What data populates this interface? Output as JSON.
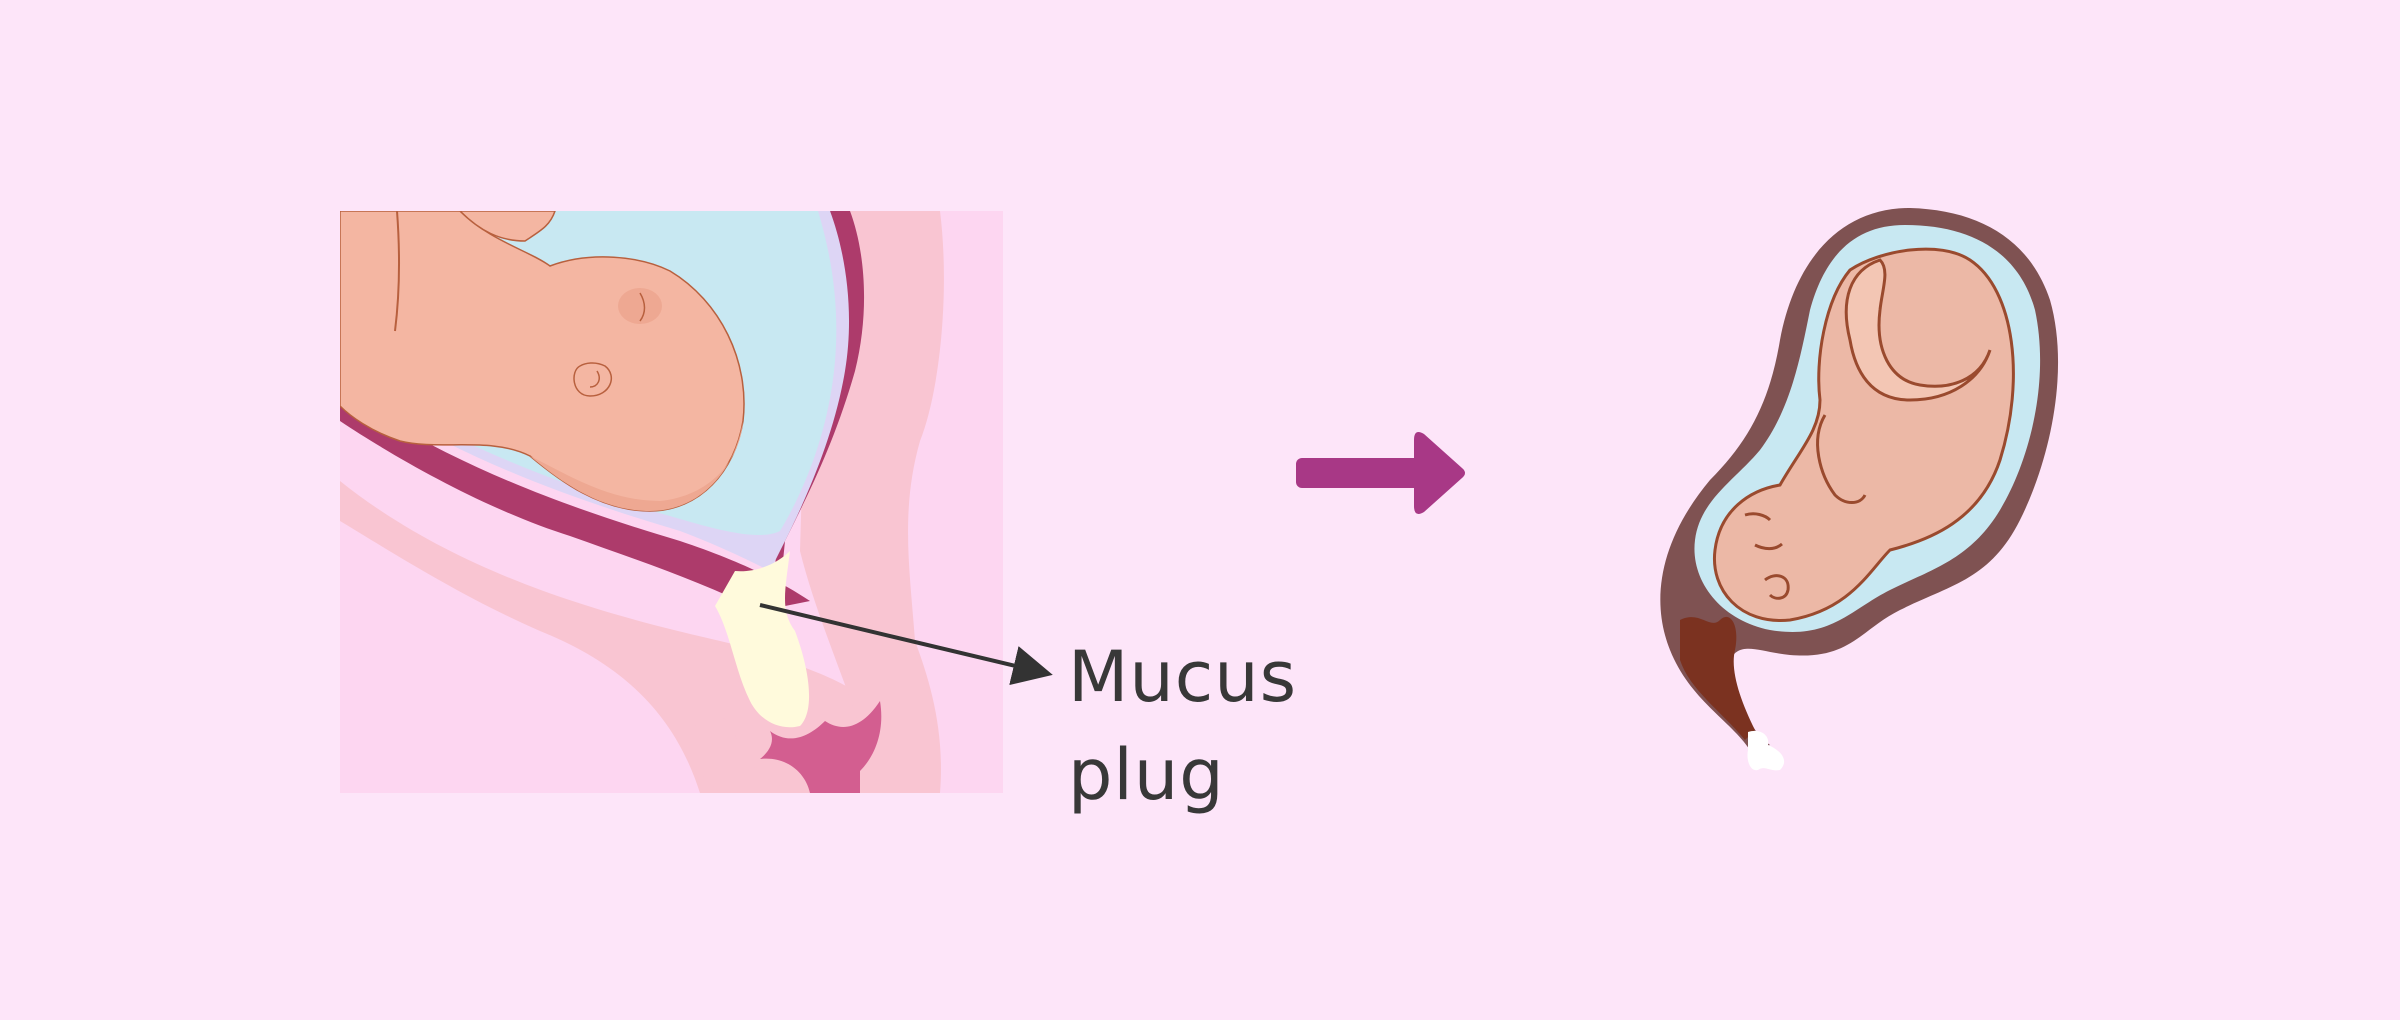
{
  "diagram": {
    "left_panel": {
      "description": "Cross-section of fetal head pressed against cervix with mucus plug",
      "annotation": {
        "line1": "Mucus",
        "line2": "plug"
      }
    },
    "transition": {
      "icon": "arrow-right-icon"
    },
    "right_panel": {
      "description": "Fetus in uterus with expelled mucus plug at cervix"
    },
    "colors": {
      "background": "#fde5f9",
      "panel_bg": "#fdd6f1",
      "skin": "#f4b6a2",
      "skin_shadow": "#eea892",
      "outline": "#b8603e",
      "amniotic": "#c8e8f2",
      "membrane": "#ddd5f5",
      "uterine_wall": "#ad3b6b",
      "tissue": "#f9c5d2",
      "mucus": "#fffadc",
      "cervix": "#d35e90",
      "arrow": "#a83886",
      "uterus_right": "#7f5252",
      "blood": "#7b3220",
      "text": "#383838"
    }
  }
}
